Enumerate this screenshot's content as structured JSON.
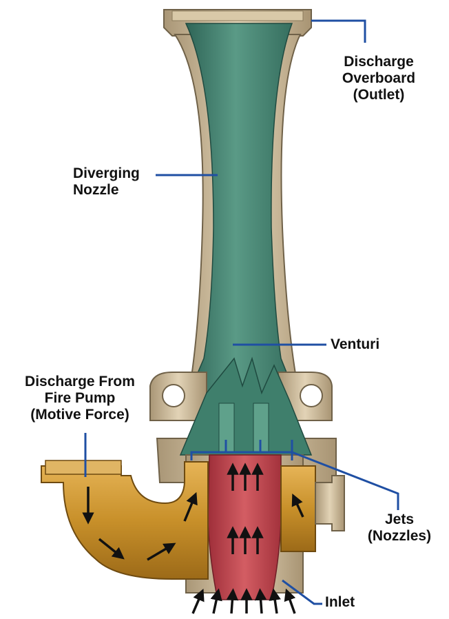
{
  "labels": {
    "discharge_overboard": [
      "Discharge",
      "Overboard",
      "(Outlet)"
    ],
    "diverging_nozzle": [
      "Diverging",
      "Nozzle"
    ],
    "venturi": "Venturi",
    "discharge_from_pump": [
      "Discharge From",
      "Fire Pump",
      "(Motive Force)"
    ],
    "jets": [
      "Jets",
      "(Nozzles)"
    ],
    "inlet": "Inlet"
  },
  "colors": {
    "leader_line": "#1f4fa3",
    "green_nozzle": "#3c7b6a",
    "bronze_casing": "#cdb897",
    "gold_pipe": "#c8902a",
    "red_chamber": "#c24a52",
    "arrow": "#111111"
  }
}
